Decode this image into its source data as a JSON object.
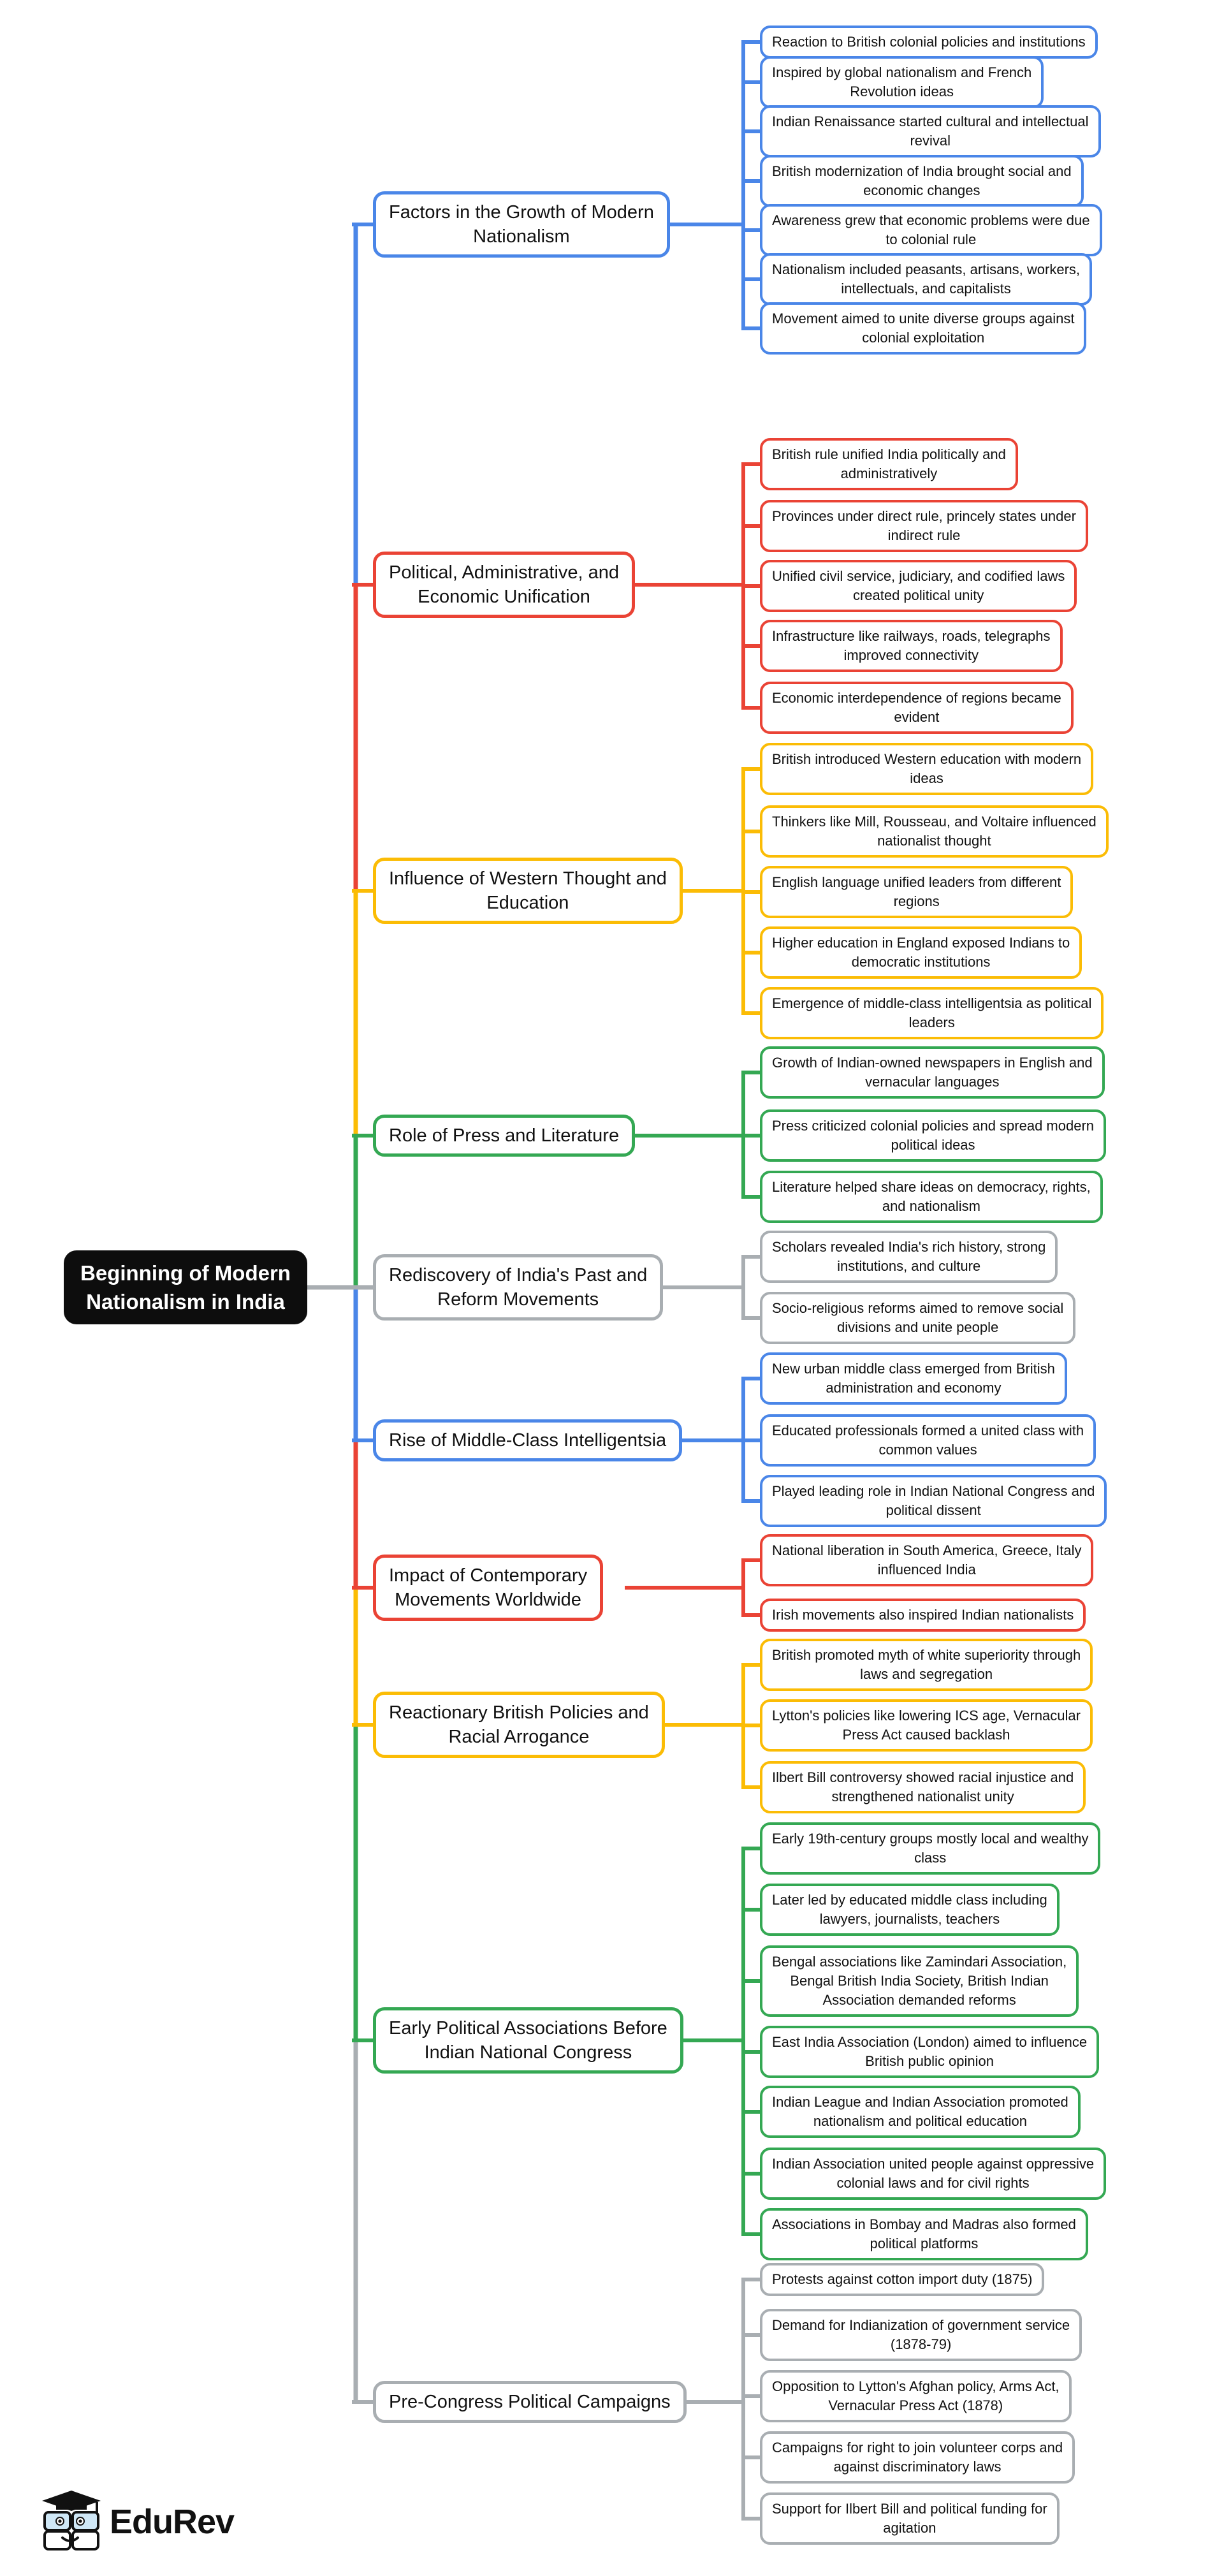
{
  "title": "Beginning of Modern Nationalism in India",
  "root": {
    "label": "Beginning of Modern\nNationalism in India",
    "bg": "#0d0d0d",
    "text_color": "#ffffff"
  },
  "colors": {
    "blue": "#4a86e8",
    "red": "#ea4335",
    "yellow": "#fbbc05",
    "green": "#34a853",
    "gray": "#a9aeb2"
  },
  "branches": [
    {
      "label": "Factors in the Growth of Modern\nNationalism",
      "color": "blue",
      "leaves": [
        "Reaction to British colonial policies and institutions",
        "Inspired by global nationalism and French\nRevolution ideas",
        "Indian Renaissance started cultural and intellectual\nrevival",
        "British modernization of India brought social and\neconomic changes",
        "Awareness grew that economic problems were due\nto colonial rule",
        "Nationalism included peasants, artisans, workers,\nintellectuals, and capitalists",
        "Movement aimed to unite diverse groups against\ncolonial exploitation"
      ]
    },
    {
      "label": "Political, Administrative, and\nEconomic Unification",
      "color": "red",
      "leaves": [
        "British rule unified India politically and\nadministratively",
        "Provinces under direct rule, princely states under\nindirect rule",
        "Unified civil service, judiciary, and codified laws\ncreated political unity",
        "Infrastructure like railways, roads, telegraphs\nimproved connectivity",
        "Economic interdependence of regions became\nevident"
      ]
    },
    {
      "label": "Influence of Western Thought and\nEducation",
      "color": "yellow",
      "leaves": [
        "British introduced Western education with modern\nideas",
        "Thinkers like Mill, Rousseau, and Voltaire influenced\nnationalist thought",
        "English language unified leaders from different\nregions",
        "Higher education in England exposed Indians to\ndemocratic institutions",
        "Emergence of middle-class intelligentsia as political\nleaders"
      ]
    },
    {
      "label": "Role of Press and Literature",
      "color": "green",
      "leaves": [
        "Growth of Indian-owned newspapers in English and\nvernacular languages",
        "Press criticized colonial policies and spread modern\npolitical ideas",
        "Literature helped share ideas on democracy, rights,\nand nationalism"
      ]
    },
    {
      "label": "Rediscovery of India's Past and\nReform Movements",
      "color": "gray",
      "leaves": [
        "Scholars revealed India's rich history, strong\ninstitutions, and culture",
        "Socio-religious reforms aimed to remove social\ndivisions and unite people"
      ]
    },
    {
      "label": "Rise of Middle-Class Intelligentsia",
      "color": "blue",
      "leaves": [
        "New urban middle class emerged from British\nadministration and economy",
        "Educated professionals formed a united class with\ncommon values",
        "Played leading role in Indian National Congress and\npolitical dissent"
      ]
    },
    {
      "label": "Impact of Contemporary\nMovements Worldwide",
      "color": "red",
      "leaves": [
        "National liberation in South America, Greece, Italy\ninfluenced India",
        "Irish movements also inspired Indian nationalists"
      ]
    },
    {
      "label": "Reactionary British Policies and\nRacial Arrogance",
      "color": "yellow",
      "leaves": [
        "British promoted myth of white superiority through\nlaws and segregation",
        "Lytton's policies like lowering ICS age, Vernacular\nPress Act caused backlash",
        "Ilbert Bill controversy showed racial injustice and\nstrengthened nationalist unity"
      ]
    },
    {
      "label": "Early Political Associations Before\nIndian National Congress",
      "color": "green",
      "leaves": [
        "Early 19th-century groups mostly local and wealthy\nclass",
        "Later led by educated middle class including\nlawyers, journalists, teachers",
        "Bengal associations like Zamindari Association,\nBengal British India Society, British Indian\nAssociation demanded reforms",
        "East India Association (London) aimed to influence\nBritish public opinion",
        "Indian League and Indian Association promoted\nnationalism and political education",
        "Indian Association united people against oppressive\ncolonial laws and for civil rights",
        "Associations in Bombay and Madras also formed\npolitical platforms"
      ]
    },
    {
      "label": "Pre-Congress Political Campaigns",
      "color": "gray",
      "leaves": [
        "Protests against cotton import duty (1875)",
        "Demand for Indianization of government service\n(1878-79)",
        "Opposition to Lytton's Afghan policy, Arms Act,\nVernacular Press Act (1878)",
        "Campaigns for right to join volunteer corps and\nagainst discriminatory laws",
        "Support for Ilbert Bill and political funding for\nagitation"
      ]
    },
    {
      "label": "",
      "color": ""
    }
  ],
  "footer": {
    "brand": "EduRev"
  }
}
